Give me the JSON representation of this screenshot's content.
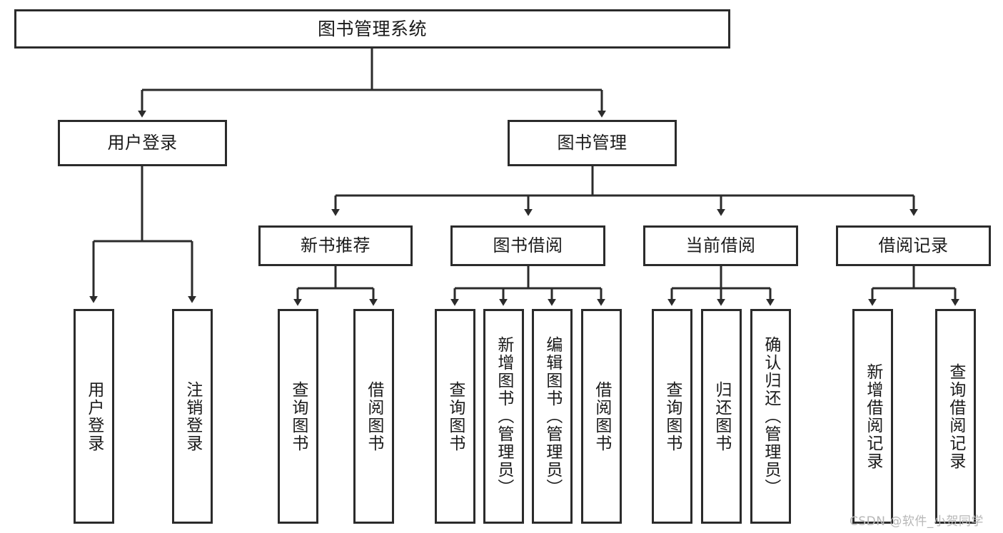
{
  "diagram": {
    "type": "tree",
    "title": "图书管理系统",
    "watermark": "CSDN @软件_小贺同学",
    "colors": {
      "box_border": "#2b2b2b",
      "box_fill": "#ffffff",
      "edge": "#2b2b2b",
      "text": "#1a1a1a",
      "watermark": "#b7b7b7",
      "background": "#ffffff"
    },
    "nodes": {
      "root": {
        "label": "图书管理系统"
      },
      "level2": [
        {
          "id": "user-login",
          "label": "用户登录"
        },
        {
          "id": "book-manage",
          "label": "图书管理"
        }
      ],
      "level3": [
        {
          "id": "new-book-recommend",
          "label": "新书推荐"
        },
        {
          "id": "book-borrow",
          "label": "图书借阅"
        },
        {
          "id": "current-borrow",
          "label": "当前借阅"
        },
        {
          "id": "borrow-record",
          "label": "借阅记录"
        }
      ],
      "leaves": {
        "user-login": [
          {
            "id": "leaf-user-login",
            "label": "用户登录"
          },
          {
            "id": "leaf-logout",
            "label": "注销登录"
          }
        ],
        "new-book-recommend": [
          {
            "id": "leaf-query-book-1",
            "label": "查询图书"
          },
          {
            "id": "leaf-borrow-book-1",
            "label": "借阅图书"
          }
        ],
        "book-borrow": [
          {
            "id": "leaf-query-book-2",
            "label": "查询图书"
          },
          {
            "id": "leaf-add-book",
            "label": "新增图书（管理员）"
          },
          {
            "id": "leaf-edit-book",
            "label": "编辑图书（管理员）"
          },
          {
            "id": "leaf-borrow-book-2",
            "label": "借阅图书"
          }
        ],
        "current-borrow": [
          {
            "id": "leaf-query-book-3",
            "label": "查询图书"
          },
          {
            "id": "leaf-return-book",
            "label": "归还图书"
          },
          {
            "id": "leaf-confirm-return",
            "label": "确认归还（管理员）"
          }
        ],
        "borrow-record": [
          {
            "id": "leaf-add-record",
            "label": "新增借阅记录"
          },
          {
            "id": "leaf-query-record",
            "label": "查询借阅记录"
          }
        ]
      }
    }
  }
}
